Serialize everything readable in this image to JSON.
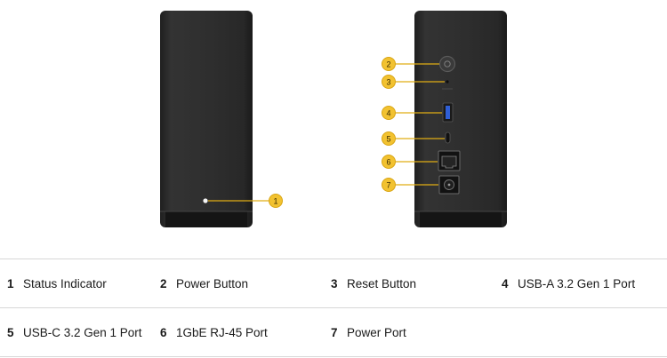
{
  "callouts": [
    {
      "number": "1",
      "label": "Status Indicator"
    },
    {
      "number": "2",
      "label": "Power Button"
    },
    {
      "number": "3",
      "label": "Reset Button"
    },
    {
      "number": "4",
      "label": "USB-A 3.2 Gen 1 Port"
    },
    {
      "number": "5",
      "label": "USB-C 3.2 Gen 1 Port"
    },
    {
      "number": "6",
      "label": "1GbE RJ-45 Port"
    },
    {
      "number": "7",
      "label": "Power Port"
    }
  ],
  "colors": {
    "callout_fill": "#f2c230",
    "callout_line": "#e0ad14",
    "device_body": "#2d2d2d",
    "device_edge": "#1c1c1c",
    "divider": "#d7d7d7"
  },
  "icons": [
    "status-led-icon",
    "power-button-icon",
    "reset-pinhole-icon",
    "usb-a-port-icon",
    "usb-c-port-icon",
    "rj45-port-icon",
    "dc-power-port-icon"
  ]
}
